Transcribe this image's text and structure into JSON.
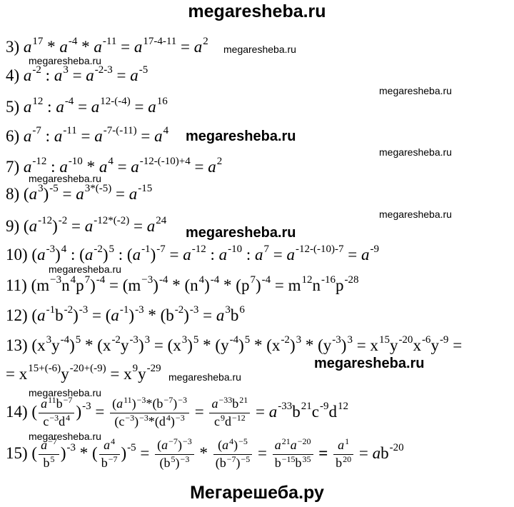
{
  "site_header": "megaresheba.ru",
  "site_footer": "Мегарешеба.ру",
  "watermark_small": "megaresheba.ru",
  "watermark_bold": "megaresheba.ru",
  "lines": {
    "l3": {
      "num": "3)"
    },
    "l4": {
      "num": "4)"
    },
    "l5": {
      "num": "5)"
    },
    "l6": {
      "num": "6)"
    },
    "l7": {
      "num": "7)"
    },
    "l8": {
      "num": "8)"
    },
    "l9": {
      "num": "9)"
    },
    "l10": {
      "num": "10)"
    },
    "l11": {
      "num": "11)"
    },
    "l12": {
      "num": "12)"
    },
    "l13": {
      "num": "13)"
    },
    "l14": {
      "num": "14)"
    },
    "l15": {
      "num": "15)"
    }
  },
  "expr": {
    "l3": "a^{17} * a^{-4} * a^{-11} = a^{17-4-11} = a^2",
    "l4": "a^{-2} : a^3 = a^{-2-3} = a^{-5}",
    "l5": "a^{12} : a^{-4} = a^{12-(-4)} = a^{16}",
    "l6": "a^{-7} : a^{-11} = a^{-7-(-11)} = a^4",
    "l7": "a^{-12} : a^{-10} * a^4 = a^{-12-(-10)+4} = a^2",
    "l8": "(a^3)^{-5} = a^{3*(-5)} = a^{-15}",
    "l9": "(a^{-12})^{-2} = a^{-12*(-2)} = a^{24}",
    "l10": "(a^{-3})^4 : (a^{-2})^5 : (a^{-1})^{-7} = a^{-12} : a^{-10} : a^7 = a^{-12-(-10)-7} = a^{-9}",
    "l11": "(m^{-3}n^4p^7)^{-4} = (m^{-3})^{-4} * (n^4)^{-4} * (p^7)^{-4} = m^{12}n^{-16}p^{-28}",
    "l12": "(a^{-1}b^{-2})^{-3} = (a^{-1})^{-3} * (b^{-2})^{-3} = a^3b^6",
    "l13a": "(x^3y^{-4})^5 * (x^{-2}y^{-3})^3 = (x^3)^5 * (y^{-4})^5 * (x^{-2})^3 * (y^{-3})^3 = x^{15}y^{-20}x^{-6}y^{-9} =",
    "l13b": "= x^{15+(-6)}y^{-20+(-9)} = x^9y^{-29}",
    "l14": "(a^{11}b^{-7} / c^{-3}d^4)^{-3} = (a^{11})^{-3}*(b^{-7})^{-3} / (c^{-3})^{-3}*(d^4)^{-3} = a^{-33}b^{21} / c^9d^{-12} = a^{-33}b^{21}c^{-9}d^{12}",
    "l15": "(a^{-7} / b^5)^{-3} * (a^4 / b^{-7})^{-5} = (a^{-7})^{-3} / (b^5)^{-3} * (a^4)^{-5} / (b^{-7})^{-5} = a^{21}a^{-20} / b^{-15}b^{35} = a^1 / b^{20} = ab^{-20}"
  }
}
